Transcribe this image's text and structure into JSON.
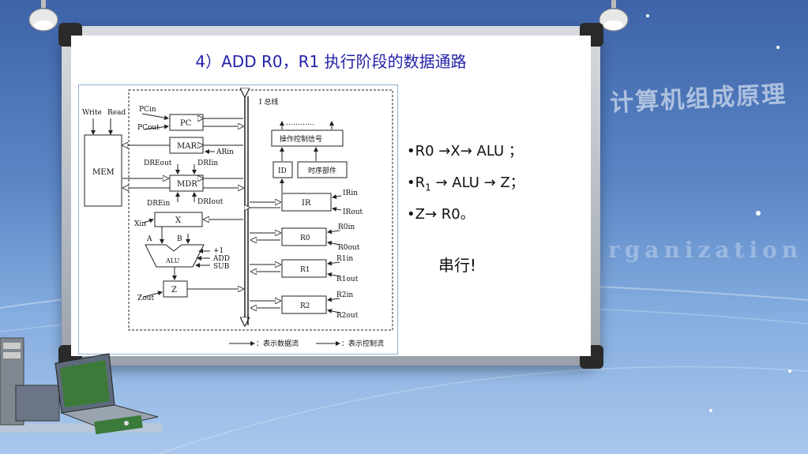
{
  "slide": {
    "title": "4）ADD R0，R1 执行阶段的数据通路",
    "watermark": "计算机组成原理",
    "watermark_en": "rganization",
    "bullets": [
      {
        "pre": "•R0 →X→ ALU ；",
        "sub": ""
      },
      {
        "pre": "•R",
        "sub": "1",
        "post": " → ALU → Z；"
      },
      {
        "pre": "•Z→ R0。",
        "sub": ""
      }
    ],
    "note": "串行!"
  },
  "diagram": {
    "bus_label": "I 总线",
    "mem": "MEM",
    "write": "Write",
    "read": "Read",
    "pc": "PC",
    "pcin": "PCin",
    "pcout": "PCout",
    "mar": "MAR",
    "arin": "ARin",
    "mdr": "MDR",
    "dreout": "DREout",
    "driin": "DRIin",
    "drein": "DREin",
    "driout": "DRIout",
    "x": "X",
    "xin": "Xin",
    "a": "A",
    "b": "B",
    "alu": "ALU",
    "plus1": "+1",
    "add": "ADD",
    "sub": "SUB",
    "z": "Z",
    "zout": "Zout",
    "dots": "…………",
    "ctrl": "操作控制信号",
    "id": "ID",
    "timing": "时序部件",
    "ir": "IR",
    "irin": "IRin",
    "irout": "IRout",
    "r0": "R0",
    "r0in": "R0in",
    "r0out": "R0out",
    "r1": "R1",
    "r1in": "R1in",
    "r1out": "R1out",
    "r2": "R2",
    "r2in": "R2in",
    "r2out": "R2out",
    "legend_data": "：表示数据流",
    "legend_ctrl": "：表示控制流"
  }
}
